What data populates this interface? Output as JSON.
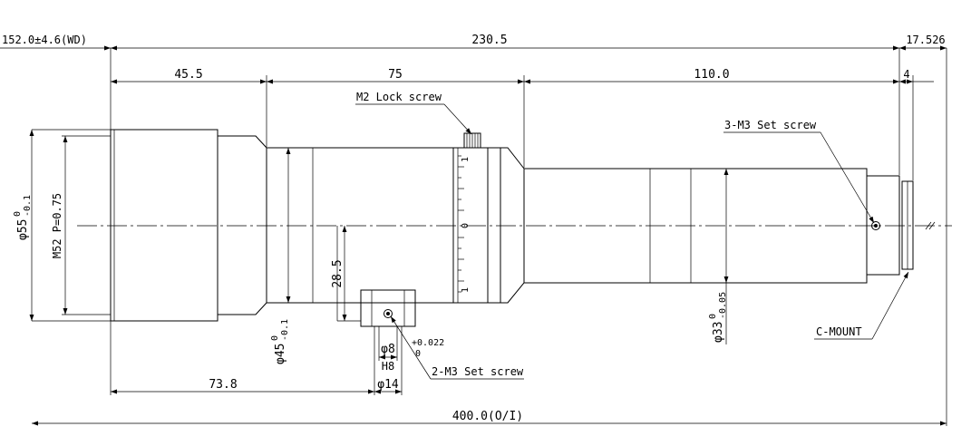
{
  "dimensions": {
    "wd": "152.0±4.6(WD)",
    "length_230": "230.5",
    "cmount_offset": "17.526",
    "seg_front": "45.5",
    "seg_focus": "75",
    "seg_rear": "110.0",
    "seg_flange": "4",
    "front_to_screw": "73.8",
    "overall": "400.0(O/I)",
    "height_screw": "28.5"
  },
  "diameters": {
    "front_dia": "φ55",
    "front_tol_upper": "0",
    "front_tol_lower": "-0.1",
    "thread": "M52 P=0.75",
    "mid_dia": "φ45",
    "mid_tol_upper": "0",
    "mid_tol_lower": "-0.1",
    "rear_dia": "φ33",
    "rear_tol_upper": "0",
    "rear_tol_lower": "-0.05",
    "pin_dia": "φ8",
    "pin_fit": "H8",
    "pin_tol_upper": "+0.022",
    "pin_tol_lower": "0",
    "boss_dia": "φ14"
  },
  "callouts": {
    "m2_lock": "M2 Lock screw",
    "m3_set_3": "3-M3 Set screw",
    "m3_set_2": "2-M3 Set screw",
    "c_mount": "C-MOUNT"
  },
  "scale_marks": {
    "top": "1",
    "center": "0",
    "bottom": "1"
  }
}
